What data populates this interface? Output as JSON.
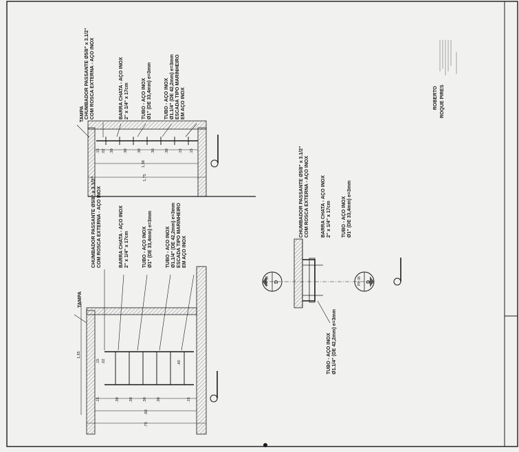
{
  "colors": {
    "paper": "#f1f1ef",
    "ink": "#1a1a1a",
    "hatch": "#8a8a8a",
    "section_marker": "#555555"
  },
  "detail_top": {
    "labels": [
      "CHUMBADOR PASSANTE Ø5/8\" x 3.1/2\"",
      "COM ROSCA EXTERNA - AÇO INOX",
      "BARRA CHATA - AÇO INOX",
      "2\" x 1/4\" x 17cm",
      "TUBO - AÇO INOX",
      "Ø1\" (DE 33,4mm) e=3mm",
      "TUBO - AÇO INOX",
      "Ø1.1/4\" (DE 42,2mm) e=3mm",
      "ESCADA TIPO MARINHEIRO",
      "EM AÇO INOX"
    ],
    "tampa": "TAMPA",
    "dims": [
      "1,38",
      "1,75",
      ".15",
      ".02",
      ".30",
      ".30",
      ".30",
      ".30",
      ".30",
      ".15",
      ".15"
    ]
  },
  "detail_left": {
    "labels": [
      "CHUMBADOR PASSANTE Ø5/8\" x 3.1/2\"",
      "COM ROSCA EXTERNA - AÇO INOX",
      "BARRA CHATA - AÇO INOX",
      "2\" x 1/4\" x 17cm",
      "TUBO - AÇO INOX",
      "Ø1\" (DE 33,4mm) e=3mm",
      "TUBO - AÇO INOX",
      "Ø1.1/4\" (DE 42,2mm) e=3mm",
      "ESCADA TIPO MARINHEIRO",
      "EM AÇO INOX"
    ],
    "tampa": "TAMPA",
    "dims": [
      "1,65",
      ".15",
      ".15",
      ".02",
      ".30",
      ".30",
      ".30",
      ".30",
      ".40",
      ".15",
      ".60",
      ".75"
    ]
  },
  "detail_plan": {
    "labels": [
      "CHUMBADOR PASSANTE Ø5/8\" x 3.1/2\"",
      "COM ROSCA EXTERNA - AÇO INOX",
      "BARRA CHATA - AÇO INOX",
      "2\" x 1/4\" x 17cm",
      "TUBO - AÇO INOX",
      "Ø1\" (DE 33,4mm) e=3mm"
    ],
    "tube_label": [
      "TUBO - AÇO INOX",
      "Ø1.1/4\" (DE 42,2mm) e=3mm"
    ],
    "markers": [
      {
        "num": "D",
        "ref": "PR 06"
      },
      {
        "num": "D",
        "ref": "PR 06"
      }
    ]
  },
  "title_block": {
    "name_line1": "ROBERTO",
    "name_line2": "ROQUE PIRES"
  }
}
